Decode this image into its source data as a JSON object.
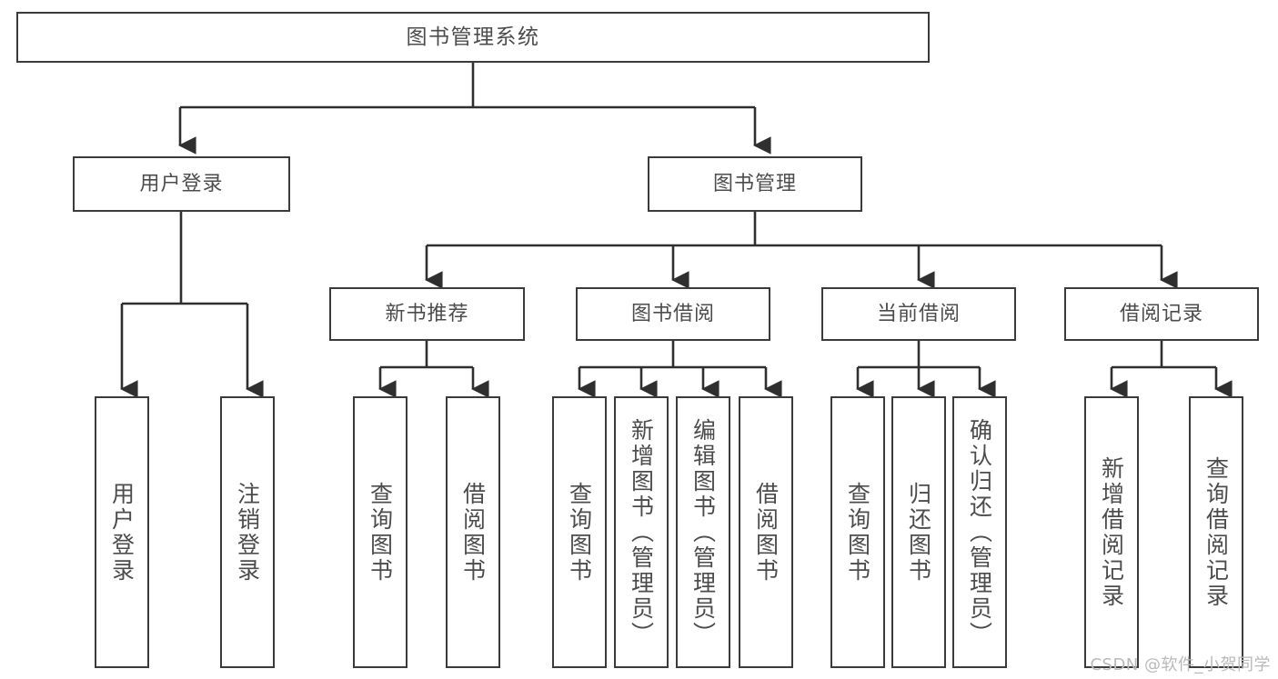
{
  "diagram": {
    "type": "tree-hierarchy",
    "title": "图书管理系统",
    "orientation": "top-down",
    "colors": {
      "box_border": "#3b3b3b",
      "box_fill": "#ffffff",
      "text": "#4c4c4c",
      "connector": "#2f2f2f",
      "watermark": "#b9b9b9",
      "background": "#ffffff"
    },
    "root": {
      "label": "图书管理系统"
    },
    "level2": [
      {
        "label": "用户登录"
      },
      {
        "label": "图书管理"
      }
    ],
    "level3": [
      {
        "label": "新书推荐"
      },
      {
        "label": "图书借阅"
      },
      {
        "label": "当前借阅"
      },
      {
        "label": "借阅记录"
      }
    ],
    "leaves": {
      "user_login": [
        {
          "label": "用户登录"
        },
        {
          "label": "注销登录"
        }
      ],
      "new_book": [
        {
          "label": "查询图书"
        },
        {
          "label": "借阅图书"
        }
      ],
      "book_borrow": [
        {
          "label": "查询图书"
        },
        {
          "label": "新增图书（管理员）"
        },
        {
          "label": "编辑图书（管理员）"
        },
        {
          "label": "借阅图书"
        }
      ],
      "current_borrow": [
        {
          "label": "查询图书"
        },
        {
          "label": "归还图书"
        },
        {
          "label": "确认归还（管理员）"
        }
      ],
      "borrow_record": [
        {
          "label": "新增借阅记录"
        },
        {
          "label": "查询借阅记录"
        }
      ]
    }
  },
  "watermark": {
    "text": "CSDN @软件_小贺同学"
  }
}
